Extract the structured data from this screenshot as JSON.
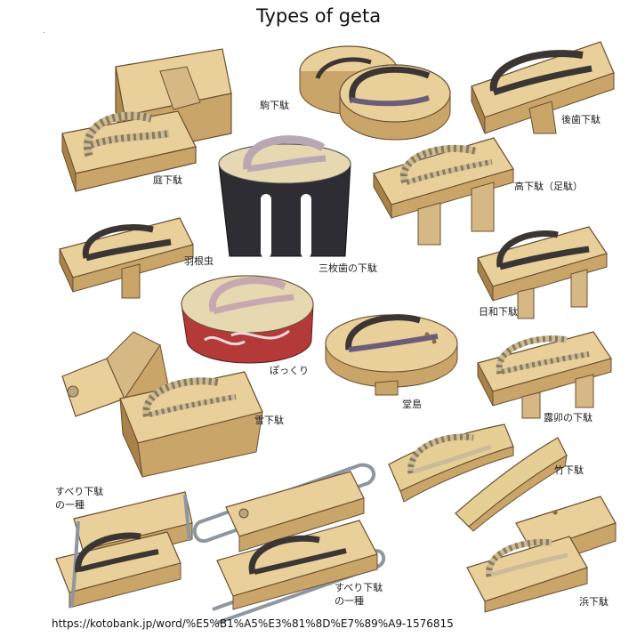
{
  "title": "Types of geta",
  "source_url": "https://kotobank.jp/word/%E5%B1%A5%E3%81%8D%E7%89%A9-1576815",
  "labels": {
    "niwa_geta": "庭下駄",
    "koma_geta": "駒下駄",
    "atoba_geta": "後歯下駄",
    "hane_mushi": "羽根虫",
    "sanmaiba_geta": "三枚歯の下駄",
    "taka_geta": "高下駄（足駄）",
    "hiyori_geta": "日和下駄",
    "pokkuri": "ぽっくり",
    "doujima": "堂島",
    "roran_geta": "露卯の下駄",
    "yuki_geta": "雪下駄",
    "take_geta": "竹下駄",
    "suberi_1_line1": "すべり下駄",
    "suberi_1_line2": "の一種",
    "suberi_2_line1": "すべり下駄",
    "suberi_2_line2": "の一種",
    "hama_geta": "浜下駄"
  },
  "colors": {
    "wood": "#e9cf9a",
    "wood_side": "#c9a56a",
    "wood_dark": "#a88248",
    "strap_dark": "#3b3534",
    "strap_rope": "#d8c9a8",
    "black_lacquer": "#2d2d33",
    "pokkuri_red": "#b43a3a",
    "metal": "#8e96a0"
  }
}
